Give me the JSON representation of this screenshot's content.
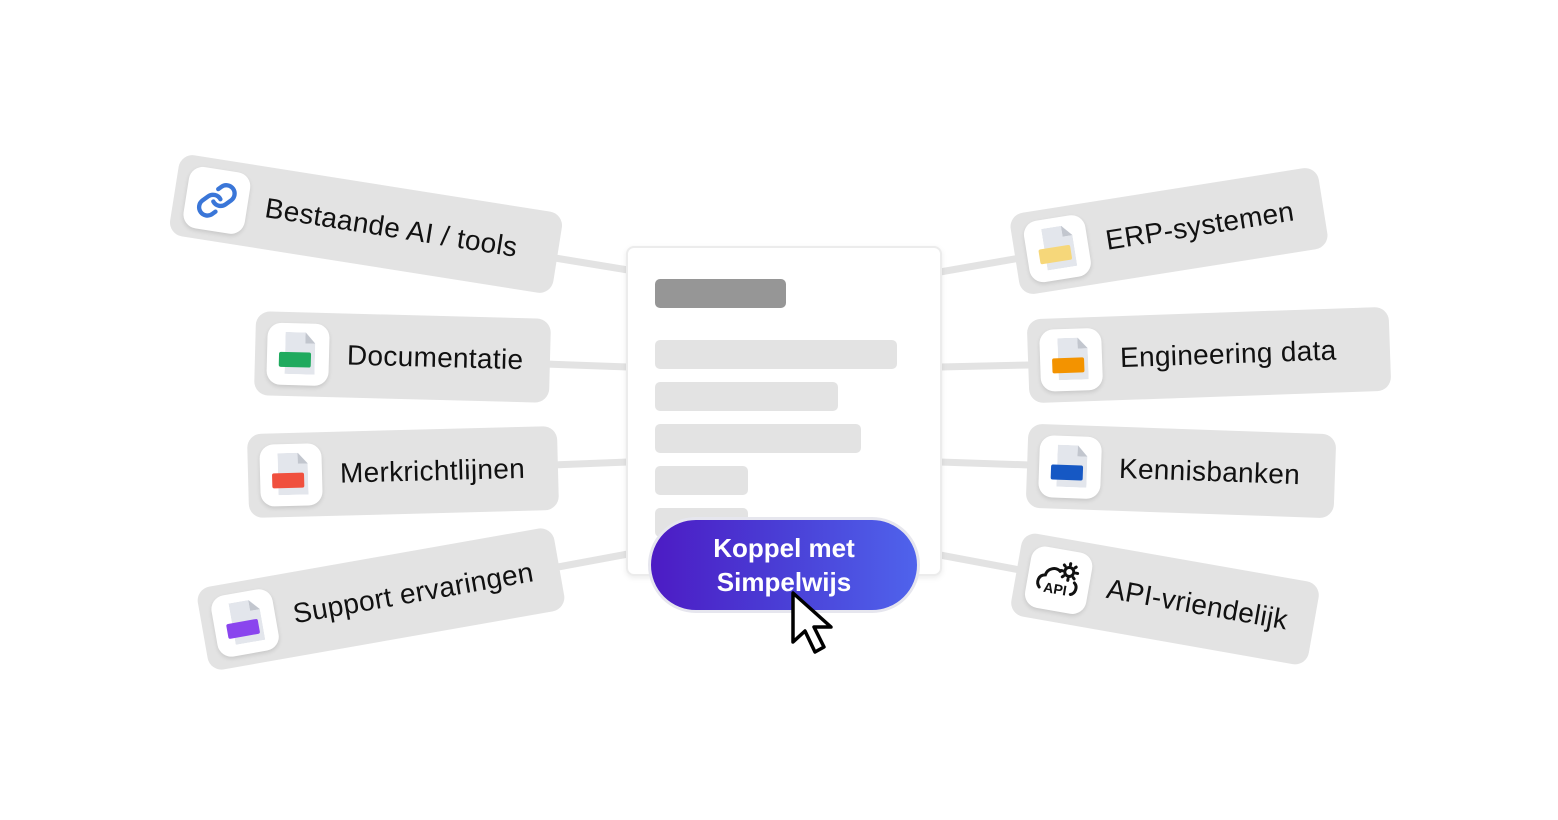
{
  "diagram": {
    "hub": {
      "name": "Document card",
      "cta": {
        "line1": "Koppel met",
        "line2": "Simpelwijs"
      },
      "colors": {
        "cta_start": "#4c1bc4",
        "cta_end": "#4f63ec",
        "skeleton": "#e3e3e3",
        "skeleton_title": "#969696"
      }
    },
    "left_sources": [
      {
        "label": "Bestaande AI / tools",
        "icon": "link-icon",
        "color": "#3a76d8"
      },
      {
        "label": "Documentatie",
        "icon": "document-icon",
        "color": "#1faa5e"
      },
      {
        "label": "Merkrichtlijnen",
        "icon": "document-icon",
        "color": "#f0503e"
      },
      {
        "label": "Support ervaringen",
        "icon": "document-icon",
        "color": "#8a45ee"
      }
    ],
    "right_sources": [
      {
        "label": "ERP-systemen",
        "icon": "document-icon",
        "color": "#f6d77a"
      },
      {
        "label": "Engineering data",
        "icon": "document-icon",
        "color": "#f39300"
      },
      {
        "label": "Kennisbanken",
        "icon": "document-icon",
        "color": "#1658c4"
      },
      {
        "label": "API-vriendelijk",
        "icon": "api-cloud-icon",
        "icon_text": "API",
        "color": "#111111"
      }
    ],
    "pill_color": "#e3e3e3"
  }
}
